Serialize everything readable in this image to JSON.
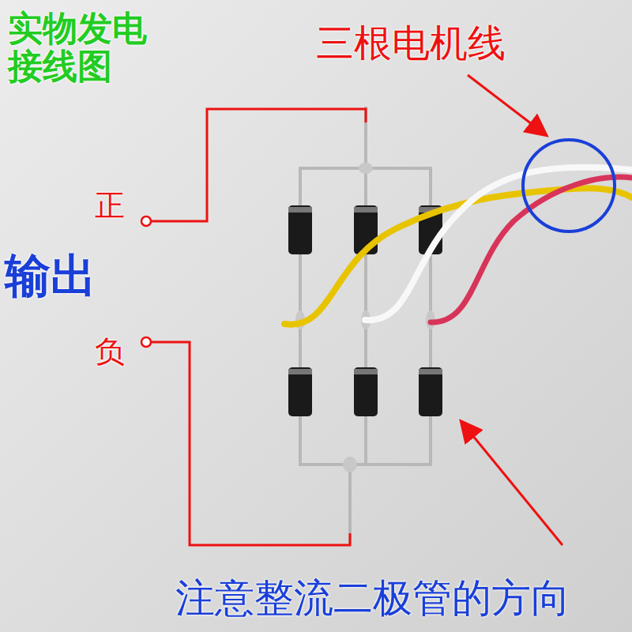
{
  "diagram": {
    "title": "实物发电 接线图",
    "labels": [
      "三根电机线",
      "正",
      "输出",
      "负",
      "注意整流二极管的方向"
    ]
  }
}
